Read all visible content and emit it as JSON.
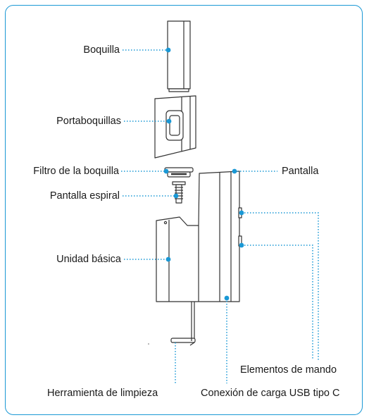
{
  "labels": {
    "boquilla": "Boquilla",
    "portaboquillas": "Portaboquillas",
    "filtro": "Filtro de la boquilla",
    "espiral": "Pantalla espiral",
    "unidad": "Unidad básica",
    "pantalla": "Pantalla",
    "mando": "Elementos de mando",
    "limpieza": "Herramienta de limpieza",
    "usb": "Conexión de carga USB tipo C"
  },
  "colors": {
    "accent": "#1a98d5",
    "line": "#333333",
    "text": "#1a1a1a"
  }
}
